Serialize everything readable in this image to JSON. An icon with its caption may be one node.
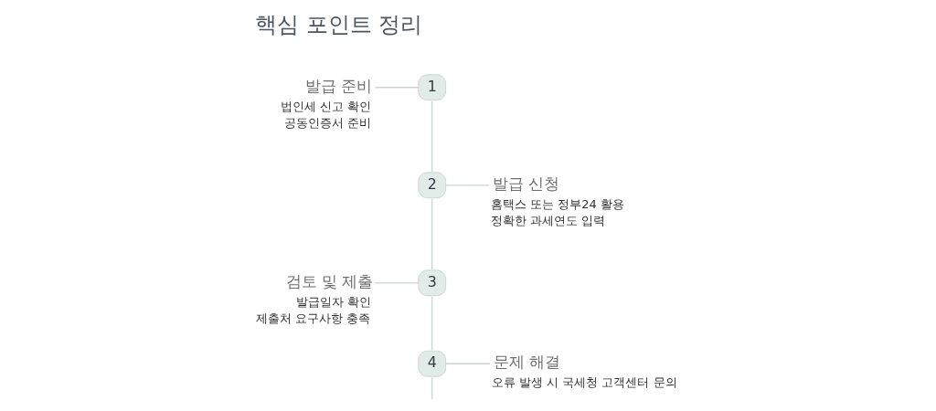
{
  "diagram": {
    "title": "핵심 포인트 정리",
    "nodes": [
      {
        "text": [
          "1"
        ]
      },
      {
        "text": [
          "발급 준비",
          "법인세 신고 확인",
          "공동인증서 준비"
        ]
      },
      {
        "text": [
          "2"
        ]
      },
      {
        "text": [
          "발급 신청",
          "홈택스 또는 정부24 활용",
          "정확한 과세연도 입력"
        ]
      },
      {
        "text": [
          "3"
        ]
      },
      {
        "text": [
          "검토 및 제출",
          "발급일자 확인",
          "제출처 요구사항 충족"
        ]
      },
      {
        "text": [
          "4"
        ]
      },
      {
        "text": [
          "문제 해결",
          "오류 발생 시 국세청 고객센터 문의"
        ]
      }
    ],
    "edges": [
      {
        "from": 1,
        "to": 0,
        "arrow": "none"
      },
      {
        "from": 0,
        "to": 2,
        "arrow": "none"
      },
      {
        "from": 2,
        "to": 3,
        "arrow": "none"
      },
      {
        "from": 2,
        "to": 4,
        "arrow": "none"
      },
      {
        "from": 5,
        "to": 4,
        "arrow": "none"
      },
      {
        "from": 4,
        "to": 6,
        "arrow": "none"
      },
      {
        "from": 6,
        "to": 7,
        "arrow": "none"
      },
      {
        "from": 6,
        "to": null,
        "arrow": "none"
      }
    ]
  }
}
